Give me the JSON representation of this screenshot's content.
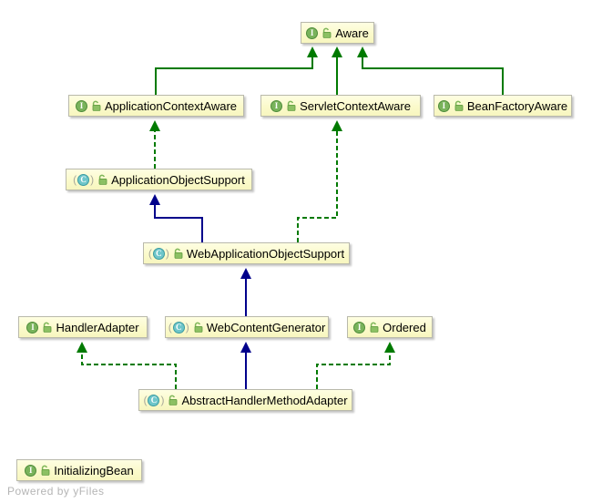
{
  "watermark": "Powered by yFiles",
  "icon_letters": {
    "interface": "I",
    "class": "C"
  },
  "colors": {
    "node_fill": "#FBFACB",
    "node_border": "#B9B9AB",
    "interface_edge_green": "#007A00",
    "class_edge_navy": "#00008B",
    "interface_ball_green": "#79B35B",
    "class_ball_teal": "#6EC6CA"
  },
  "nodes": {
    "aware": {
      "label": "Aware",
      "kind": "interface",
      "visibility": "public"
    },
    "application_context_aware": {
      "label": "ApplicationContextAware",
      "kind": "interface",
      "visibility": "public"
    },
    "servlet_context_aware": {
      "label": "ServletContextAware",
      "kind": "interface",
      "visibility": "public"
    },
    "bean_factory_aware": {
      "label": "BeanFactoryAware",
      "kind": "interface",
      "visibility": "public"
    },
    "application_object_support": {
      "label": "ApplicationObjectSupport",
      "kind": "abstract-class",
      "visibility": "public"
    },
    "web_application_object_support": {
      "label": "WebApplicationObjectSupport",
      "kind": "abstract-class",
      "visibility": "public"
    },
    "handler_adapter": {
      "label": "HandlerAdapter",
      "kind": "interface",
      "visibility": "public"
    },
    "web_content_generator": {
      "label": "WebContentGenerator",
      "kind": "abstract-class",
      "visibility": "public"
    },
    "ordered": {
      "label": "Ordered",
      "kind": "interface",
      "visibility": "public"
    },
    "abstract_handler_method_adapter": {
      "label": "AbstractHandlerMethodAdapter",
      "kind": "abstract-class",
      "visibility": "public"
    },
    "initializing_bean": {
      "label": "InitializingBean",
      "kind": "interface",
      "visibility": "public"
    }
  },
  "edges": [
    {
      "from": "ApplicationContextAware",
      "to": "Aware",
      "relation": "extends",
      "style": "green-solid"
    },
    {
      "from": "ServletContextAware",
      "to": "Aware",
      "relation": "extends",
      "style": "green-solid"
    },
    {
      "from": "BeanFactoryAware",
      "to": "Aware",
      "relation": "extends",
      "style": "green-solid"
    },
    {
      "from": "ApplicationObjectSupport",
      "to": "ApplicationContextAware",
      "relation": "implements",
      "style": "green-dashed"
    },
    {
      "from": "WebApplicationObjectSupport",
      "to": "ApplicationObjectSupport",
      "relation": "extends",
      "style": "navy-solid"
    },
    {
      "from": "WebApplicationObjectSupport",
      "to": "ServletContextAware",
      "relation": "implements",
      "style": "green-dashed"
    },
    {
      "from": "WebContentGenerator",
      "to": "WebApplicationObjectSupport",
      "relation": "extends",
      "style": "navy-solid"
    },
    {
      "from": "AbstractHandlerMethodAdapter",
      "to": "HandlerAdapter",
      "relation": "implements",
      "style": "green-dashed"
    },
    {
      "from": "AbstractHandlerMethodAdapter",
      "to": "WebContentGenerator",
      "relation": "extends",
      "style": "navy-solid"
    },
    {
      "from": "AbstractHandlerMethodAdapter",
      "to": "Ordered",
      "relation": "implements",
      "style": "green-dashed"
    }
  ]
}
